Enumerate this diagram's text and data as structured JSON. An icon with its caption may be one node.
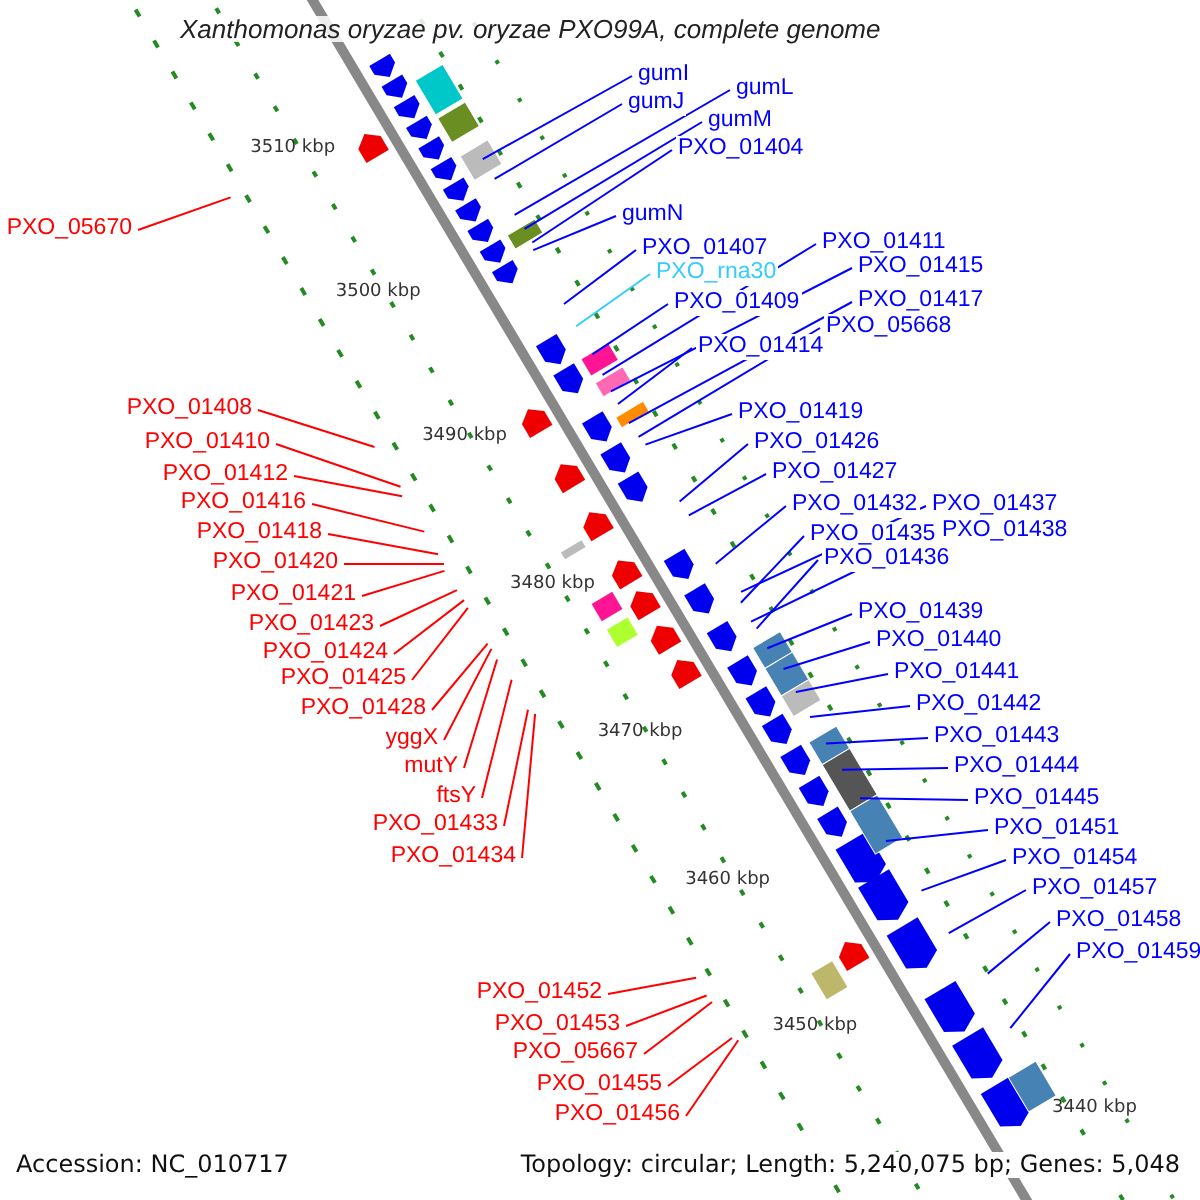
{
  "diagram": {
    "title": "Xanthomonas oryzae pv. oryzae PXO99A, complete genome",
    "nodes": [
      {
        "text": [
          "gumI"
        ]
      },
      {
        "text": [
          "gumJ"
        ]
      },
      {
        "text": [
          "gumL"
        ]
      },
      {
        "text": [
          "gumM"
        ]
      },
      {
        "text": [
          "PXO_01404"
        ]
      },
      {
        "text": [
          "gumN"
        ]
      },
      {
        "text": [
          "PXO_01407"
        ]
      },
      {
        "text": [
          "PXO_rna30"
        ]
      },
      {
        "text": [
          "PXO_01409"
        ]
      },
      {
        "text": [
          "PXO_01411"
        ]
      },
      {
        "text": [
          "PXO_01415"
        ]
      },
      {
        "text": [
          "PXO_01414"
        ]
      },
      {
        "text": [
          "PXO_01417"
        ]
      },
      {
        "text": [
          "PXO_05668"
        ]
      },
      {
        "text": [
          "PXO_01419"
        ]
      },
      {
        "text": [
          "PXO_01426"
        ]
      },
      {
        "text": [
          "PXO_01427"
        ]
      },
      {
        "text": [
          "PXO_01432"
        ]
      },
      {
        "text": [
          "PXO_01437"
        ]
      },
      {
        "text": [
          "PXO_01435"
        ]
      },
      {
        "text": [
          "PXO_01438"
        ]
      },
      {
        "text": [
          "PXO_01436"
        ]
      },
      {
        "text": [
          "PXO_01439"
        ]
      },
      {
        "text": [
          "PXO_01440"
        ]
      },
      {
        "text": [
          "PXO_01441"
        ]
      },
      {
        "text": [
          "PXO_01442"
        ]
      },
      {
        "text": [
          "PXO_01443"
        ]
      },
      {
        "text": [
          "PXO_01444"
        ]
      },
      {
        "text": [
          "PXO_01445"
        ]
      },
      {
        "text": [
          "PXO_01451"
        ]
      },
      {
        "text": [
          "PXO_01454"
        ]
      },
      {
        "text": [
          "PXO_01457"
        ]
      },
      {
        "text": [
          "PXO_01458"
        ]
      },
      {
        "text": [
          "PXO_01459"
        ]
      },
      {
        "text": [
          "PXO_05670"
        ]
      },
      {
        "text": [
          "PXO_01408"
        ]
      },
      {
        "text": [
          "PXO_01410"
        ]
      },
      {
        "text": [
          "PXO_01412"
        ]
      },
      {
        "text": [
          "PXO_01416"
        ]
      },
      {
        "text": [
          "PXO_01418"
        ]
      },
      {
        "text": [
          "PXO_01420"
        ]
      },
      {
        "text": [
          "PXO_01421"
        ]
      },
      {
        "text": [
          "PXO_01423"
        ]
      },
      {
        "text": [
          "PXO_01424"
        ]
      },
      {
        "text": [
          "PXO_01425"
        ]
      },
      {
        "text": [
          "PXO_01428"
        ]
      },
      {
        "text": [
          "yggX"
        ]
      },
      {
        "text": [
          "mutY"
        ]
      },
      {
        "text": [
          "ftsY"
        ]
      },
      {
        "text": [
          "PXO_01433"
        ]
      },
      {
        "text": [
          "PXO_01434"
        ]
      },
      {
        "text": [
          "PXO_01452"
        ]
      },
      {
        "text": [
          "PXO_01453"
        ]
      },
      {
        "text": [
          "PXO_05667"
        ]
      },
      {
        "text": [
          "PXO_01455"
        ]
      },
      {
        "text": [
          "PXO_01456"
        ]
      }
    ],
    "edges": [
      {
        "from": 0,
        "to": null,
        "arrow": "none"
      },
      {
        "from": 1,
        "to": null,
        "arrow": "none"
      },
      {
        "from": 2,
        "to": null,
        "arrow": "none"
      },
      {
        "from": 3,
        "to": null,
        "arrow": "none"
      },
      {
        "from": 4,
        "to": null,
        "arrow": "none"
      },
      {
        "from": 5,
        "to": null,
        "arrow": "none"
      },
      {
        "from": 6,
        "to": null,
        "arrow": "none"
      },
      {
        "from": 7,
        "to": null,
        "arrow": "none",
        "color": "#33ccff"
      },
      {
        "from": 8,
        "to": null,
        "arrow": "none"
      },
      {
        "from": 9,
        "to": null,
        "arrow": "none"
      },
      {
        "from": 10,
        "to": null,
        "arrow": "none"
      },
      {
        "from": 11,
        "to": null,
        "arrow": "none"
      },
      {
        "from": 12,
        "to": null,
        "arrow": "none"
      },
      {
        "from": 13,
        "to": null,
        "arrow": "none"
      },
      {
        "from": 14,
        "to": null,
        "arrow": "none"
      },
      {
        "from": 15,
        "to": null,
        "arrow": "none"
      },
      {
        "from": 16,
        "to": null,
        "arrow": "none"
      },
      {
        "from": 17,
        "to": null,
        "arrow": "none"
      },
      {
        "from": 18,
        "to": null,
        "arrow": "none"
      },
      {
        "from": 19,
        "to": null,
        "arrow": "none"
      },
      {
        "from": 20,
        "to": null,
        "arrow": "none"
      },
      {
        "from": 21,
        "to": null,
        "arrow": "none"
      },
      {
        "from": 22,
        "to": null,
        "arrow": "none"
      },
      {
        "from": 23,
        "to": null,
        "arrow": "none"
      },
      {
        "from": 24,
        "to": null,
        "arrow": "none"
      },
      {
        "from": 25,
        "to": null,
        "arrow": "none"
      },
      {
        "from": 26,
        "to": null,
        "arrow": "none"
      },
      {
        "from": 27,
        "to": null,
        "arrow": "none"
      },
      {
        "from": 28,
        "to": null,
        "arrow": "none"
      },
      {
        "from": 29,
        "to": null,
        "arrow": "none"
      },
      {
        "from": 30,
        "to": null,
        "arrow": "none"
      },
      {
        "from": 31,
        "to": null,
        "arrow": "none"
      },
      {
        "from": 32,
        "to": null,
        "arrow": "none"
      },
      {
        "from": 33,
        "to": null,
        "arrow": "none"
      },
      {
        "from": 34,
        "to": null,
        "arrow": "none",
        "color": "#ff0000"
      },
      {
        "from": 35,
        "to": null,
        "arrow": "none",
        "color": "#ff0000"
      },
      {
        "from": 36,
        "to": null,
        "arrow": "none",
        "color": "#ff0000"
      },
      {
        "from": 37,
        "to": null,
        "arrow": "none",
        "color": "#ff0000"
      },
      {
        "from": 38,
        "to": null,
        "arrow": "none",
        "color": "#ff0000"
      },
      {
        "from": 39,
        "to": null,
        "arrow": "none",
        "color": "#ff0000"
      },
      {
        "from": 40,
        "to": null,
        "arrow": "none",
        "color": "#ff0000"
      },
      {
        "from": 41,
        "to": null,
        "arrow": "none",
        "color": "#ff0000"
      },
      {
        "from": 42,
        "to": null,
        "arrow": "none",
        "color": "#ff0000"
      },
      {
        "from": 43,
        "to": null,
        "arrow": "none",
        "color": "#ff0000"
      },
      {
        "from": 44,
        "to": null,
        "arrow": "none",
        "color": "#ff0000"
      },
      {
        "from": 45,
        "to": null,
        "arrow": "none",
        "color": "#ff0000"
      },
      {
        "from": 46,
        "to": null,
        "arrow": "none",
        "color": "#ff0000"
      },
      {
        "from": 47,
        "to": null,
        "arrow": "none",
        "color": "#ff0000"
      },
      {
        "from": 48,
        "to": null,
        "arrow": "none",
        "color": "#ff0000"
      },
      {
        "from": 49,
        "to": null,
        "arrow": "none",
        "color": "#ff0000"
      },
      {
        "from": 50,
        "to": null,
        "arrow": "none",
        "color": "#ff0000"
      },
      {
        "from": 51,
        "to": null,
        "arrow": "none",
        "color": "#ff0000"
      },
      {
        "from": 52,
        "to": null,
        "arrow": "none",
        "color": "#ff0000"
      },
      {
        "from": 53,
        "to": null,
        "arrow": "none",
        "color": "#ff0000"
      },
      {
        "from": 54,
        "to": null,
        "arrow": "none",
        "color": "#ff0000"
      },
      {
        "from": 55,
        "to": null,
        "arrow": "none",
        "color": "#ff0000"
      }
    ],
    "labels": [
      "3510 kbp",
      "3500 kbp",
      "3490 kbp",
      "3480 kbp",
      "3470 kbp",
      "3460 kbp",
      "3450 kbp",
      "3440 kbp",
      "Accession: NC_010717",
      "Topology: circular; Length: 5,240,075 bp; Genes: 5,048"
    ]
  }
}
